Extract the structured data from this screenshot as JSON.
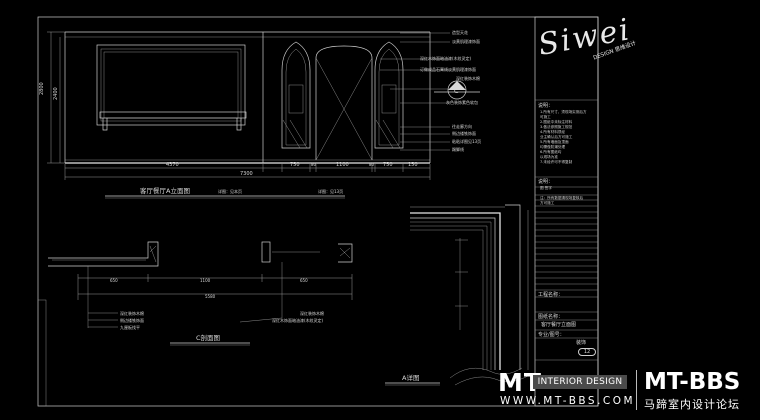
{
  "views": {
    "elevation_title": "客厅餐厅A立面图",
    "section_title": "C剖面图",
    "detail_title": "A详图"
  },
  "elevation": {
    "heights": [
      "2800",
      "2400"
    ],
    "widths_left": [
      "4370"
    ],
    "widths_right": [
      "750",
      "80",
      "1100",
      "80",
      "750",
      "150"
    ],
    "total_width": "7300",
    "detail_ref_1": "详图：见本页",
    "detail_ref_2": "详图：见13页",
    "section_marker": "C",
    "callouts": [
      "造型天花",
      "淡黄肌理漆饰面",
      "深红木饰面暗油漆(木纹灵定)",
      "订做成品石膏线淡黄肌理漆饰面",
      "深红装饰木棉",
      "灰色装饰素色软包",
      "往走廊方向",
      "侧边镂铁饰面",
      "粘粘详图见13页",
      "踢脚线"
    ]
  },
  "section": {
    "dims": [
      "650",
      "1100",
      "650",
      "5580"
    ],
    "labels": [
      "深红装饰木棉",
      "侧边镂铁饰面",
      "九厘板找平"
    ],
    "labels_right": [
      "深红装饰木棉",
      "深红木饰面暗油漆(木纹灵定)"
    ]
  },
  "title_block": {
    "notes_title": "说明：",
    "notes": "1.所有尺寸，须现场实测后方可施工\n2.图纸中未标注材料\n3.做法参照施工规范\n4.所有材料须经\n  业主确认后方可施工\n5.所有墙面及顶面\n  均需做防潮处理\n6.所有图纸均\n  以现场为准\n7.未经许可不得复制",
    "revision_title": "说明：",
    "revision_notes": "图 签字\n\n注：所有数据请现场复核后\n方可施工",
    "project_label": "工程名称：",
    "drawing_name_label": "图纸名称：",
    "drawing_name": "客厅餐厅立面图",
    "number_label": "专业/图号：",
    "discipline": "装饰",
    "sheet_no": "12"
  },
  "logo": {
    "wordmark": "Siwei",
    "subtitle": "DESIGN 思维设计"
  },
  "watermark": {
    "brand_left": "MT",
    "tagline": "INTERIOR DESIGN",
    "url": "WWW.MT-BBS.COM",
    "brand_right": "MT-BBS",
    "forum": "马蹄室内设计论坛"
  }
}
